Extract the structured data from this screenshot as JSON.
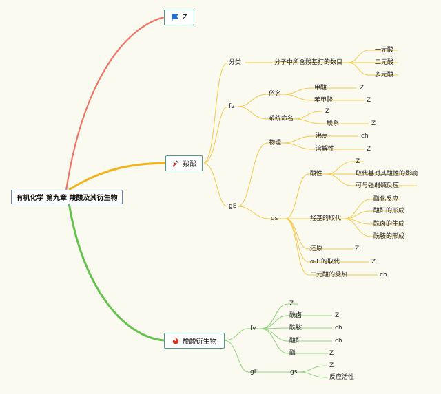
{
  "root": {
    "label": "有机化学 第九章 羧酸及其衍生物"
  },
  "branch_z": {
    "label": "Z",
    "icon": "flag-icon",
    "color": "#1a73d9"
  },
  "branch_carboxylic": {
    "label": "羧酸",
    "icon": "tools-icon",
    "classification": {
      "label": "分类",
      "criterion": "分子中所含羧基打的数目",
      "items": [
        "一元酸",
        "二元酸",
        "多元酸"
      ]
    },
    "fv": {
      "label": "fv",
      "common_name": {
        "label": "俗名",
        "items": [
          {
            "label": "甲酸",
            "value": "Z"
          },
          {
            "label": "苯甲酸",
            "value": "Z"
          }
        ]
      },
      "systematic": {
        "label": "系统命名",
        "items": [
          {
            "label": "Z"
          },
          {
            "label": "联系",
            "value": "Z"
          }
        ]
      }
    },
    "gE": {
      "label": "gE",
      "physical": {
        "label": "物理",
        "items": [
          {
            "label": "沸点",
            "value": "ch"
          },
          {
            "label": "溶解性",
            "value": "Z"
          }
        ]
      },
      "gs": {
        "label": "gs",
        "acidity": {
          "label": "酸性",
          "items": [
            "Z",
            "取代基对其酸性的影响",
            "可与强弱碱反应"
          ]
        },
        "hydroxyl": {
          "label": "羟基的取代",
          "items": [
            "酯化反应",
            "酸酐的形成",
            "酰卤的生成",
            "酰胺的形成"
          ]
        },
        "reduction": {
          "label": "还原",
          "value": "Z"
        },
        "alpha_h": {
          "label": "α-H的取代",
          "value": "Z"
        },
        "heating": {
          "label": "二元酸的受热",
          "value": "ch"
        }
      }
    }
  },
  "branch_derivatives": {
    "label": "羧酸衍生物",
    "icon": "fire-icon",
    "fv": {
      "label": "fv",
      "items": [
        {
          "label": "Z"
        },
        {
          "label": "酰卤",
          "value": "Z"
        },
        {
          "label": "酰胺",
          "value": "ch"
        },
        {
          "label": "酸酐",
          "value": "ch"
        },
        {
          "label": "酯",
          "value": "Z"
        }
      ]
    },
    "gE": {
      "label": "gE",
      "gs": {
        "label": "gs",
        "items": [
          "Z",
          "反应活性"
        ]
      }
    }
  },
  "colors": {
    "branch_z_line": "#ef7466",
    "branch_carboxylic_line": "#f2b21c",
    "branch_carboxylic_sub": "#f5c84a",
    "branch_derivatives_line": "#63c14c",
    "branch_derivatives_sub": "#8fd27a"
  }
}
